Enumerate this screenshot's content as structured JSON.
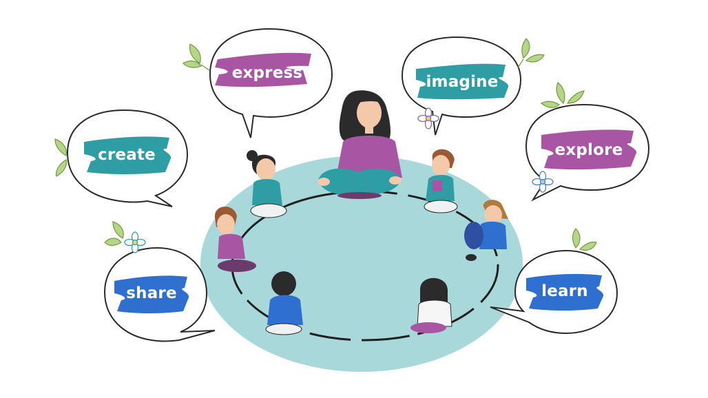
{
  "words": {
    "express": "express",
    "imagine": "imagine",
    "create": "create",
    "explore": "explore",
    "share": "share",
    "learn": "learn"
  },
  "colors": {
    "mat": "#a8d8da",
    "circle_line": "#1f1f1f",
    "purple": "#a855a3",
    "teal": "#2e9ea4",
    "blue": "#2f6fd0",
    "leaf": "#8fb84a"
  },
  "icons": [
    "leaf-icon",
    "flower-icon"
  ]
}
